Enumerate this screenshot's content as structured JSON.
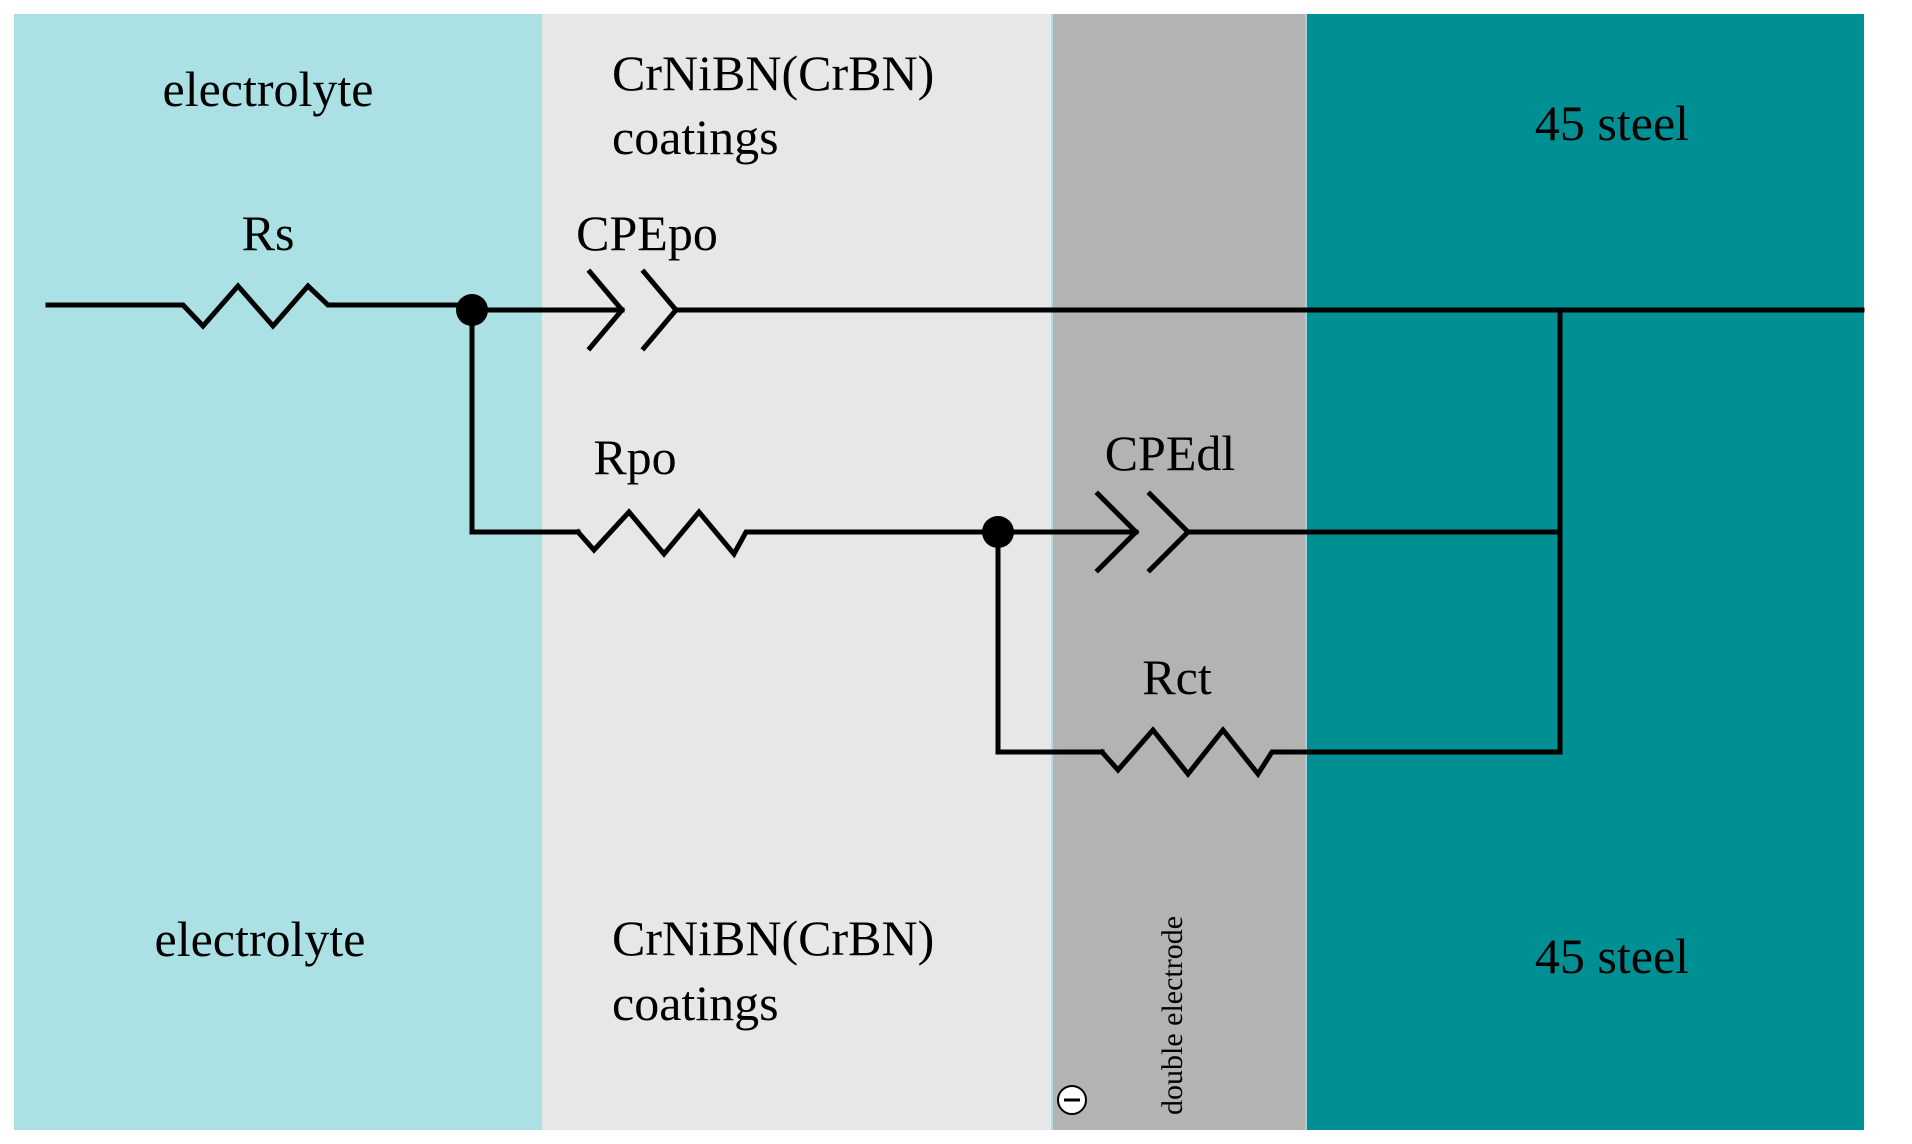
{
  "regions": {
    "electrolyte": {
      "label": "electrolyte",
      "color": "#abe1e4"
    },
    "coatings": {
      "label_line1": "CrNiBN(CrBN)",
      "label_line2": "coatings",
      "color": "#e7e7e7"
    },
    "double_electrode": {
      "label": "double electrode",
      "color": "#b3b3b3"
    },
    "steel": {
      "label": "45 steel",
      "color": "#008f93"
    }
  },
  "components": {
    "rs": "Rs",
    "cpe_po": "CPEpo",
    "r_po": "Rpo",
    "cpe_dl": "CPEdl",
    "r_ct": "Rct"
  },
  "minus_symbol": "−",
  "colors": {
    "wire": "#000000",
    "frame": "#ffffff"
  }
}
